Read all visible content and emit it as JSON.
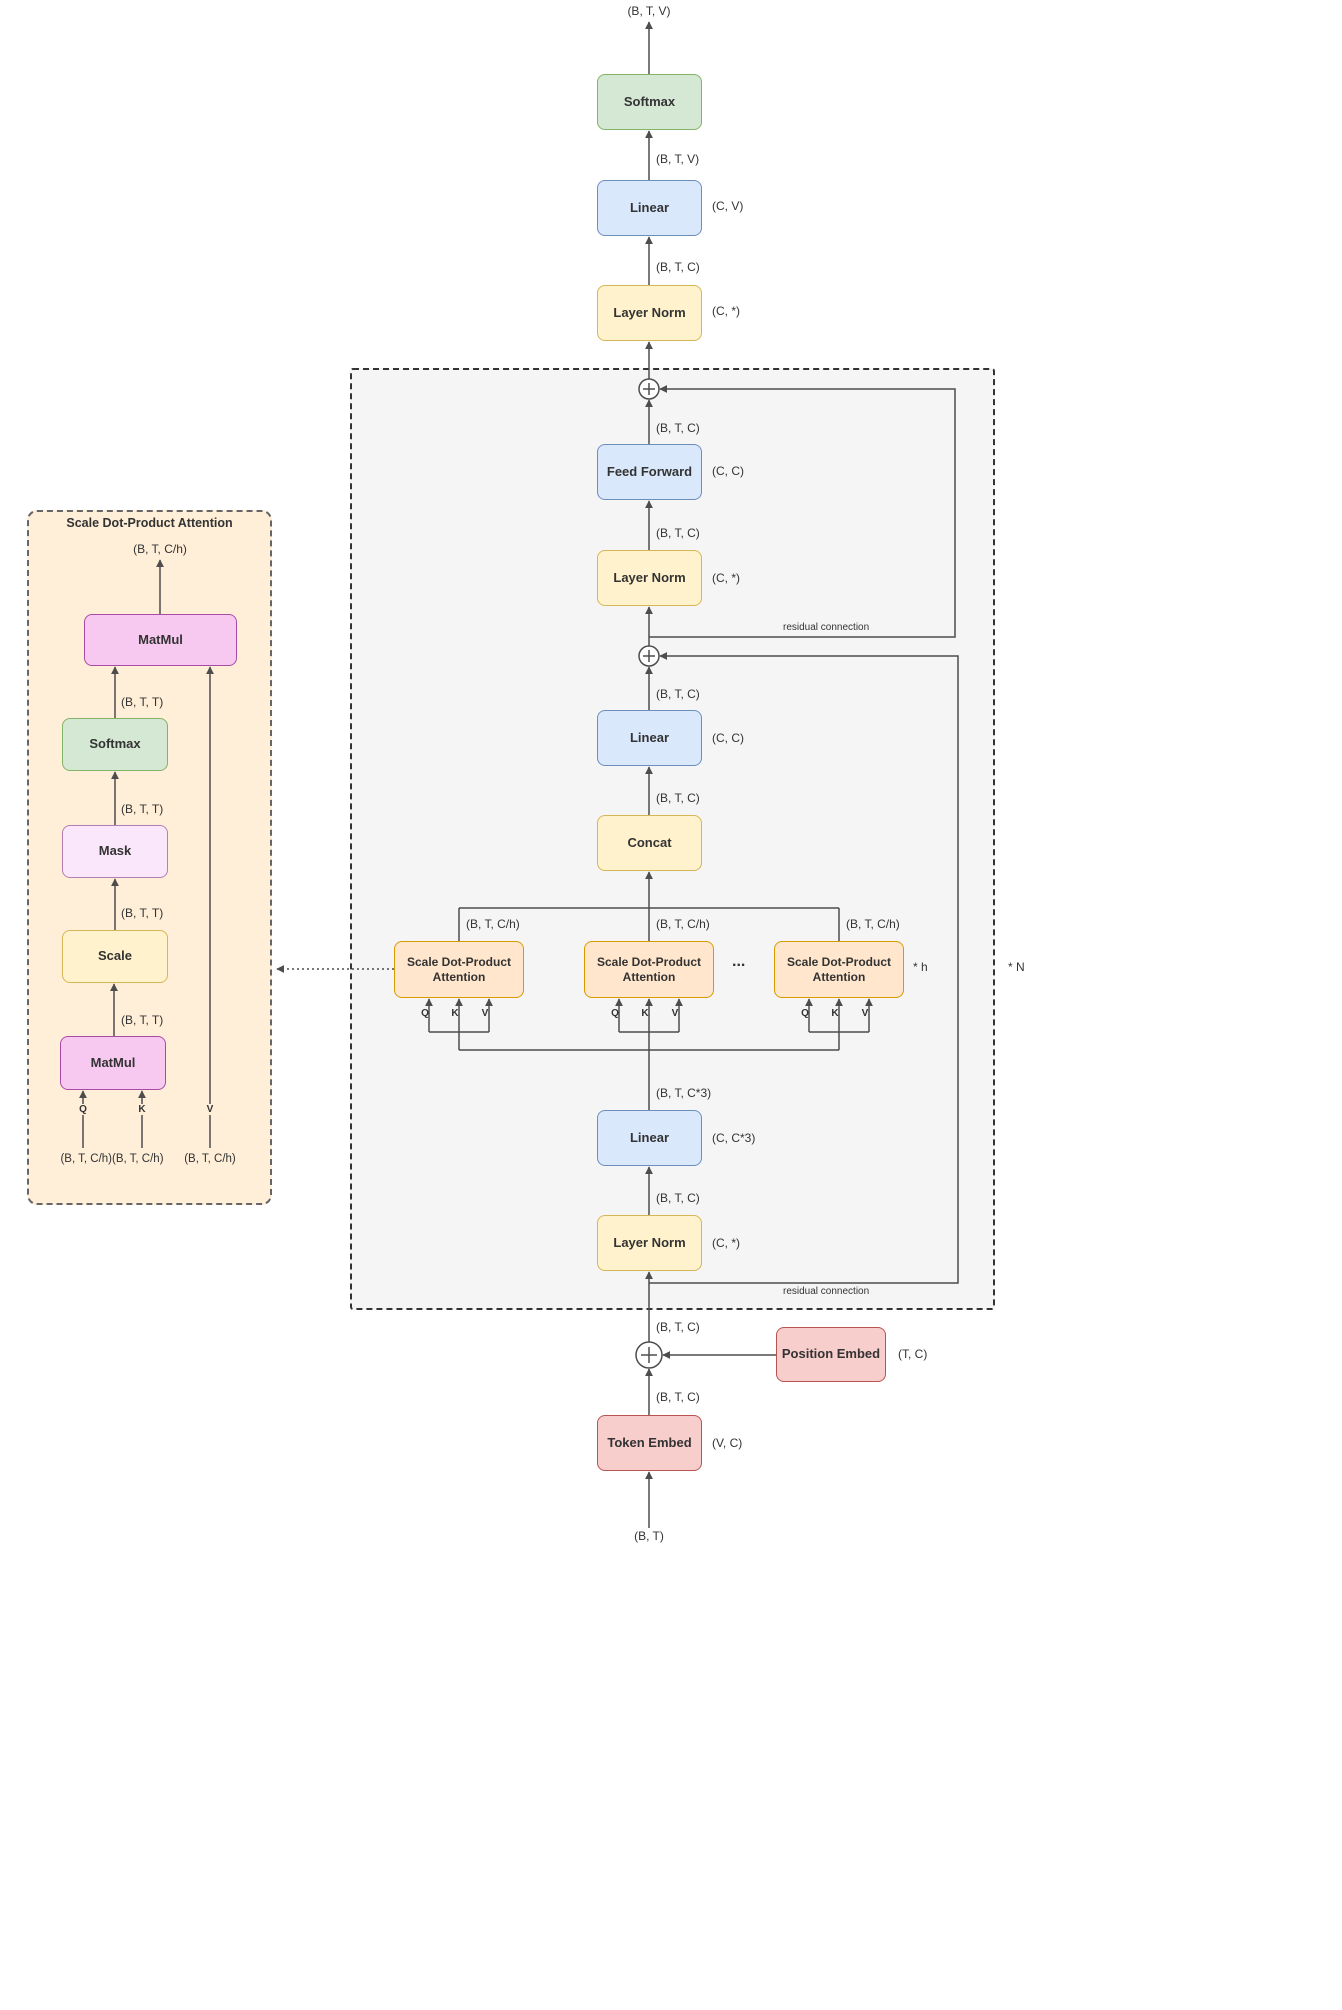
{
  "palette": {
    "softmax_green": "#d5e8d4",
    "linear_blue": "#dae8fc",
    "norm_yellow": "#fff2cc",
    "embed_red": "#f8cecc",
    "matmul_pink": "#f8c9f0",
    "mask_palepink": "#fbe7fb",
    "attention_orange": "#ffe6cc",
    "panel_bg": "#ffeed8",
    "block_bg": "#f5f5f5",
    "wire": "#4d4d4d"
  },
  "shapes": {
    "btv": "(B, T, V)",
    "btc": "(B, T, C)",
    "btt": "(B, T, T)",
    "btch": "(B, T, C/h)",
    "btc3": "(B, T, C*3)",
    "bt": "(B, T)",
    "cv": "(C, V)",
    "cc": "(C, C)",
    "cstar": "(C, *)",
    "cc3": "(C, C*3)",
    "tc": "(T, C)",
    "vc": "(V, C)",
    "qk_pair": "(B, T, C/h)(B, T, C/h)"
  },
  "blocks": {
    "softmax": "Softmax",
    "linear": "Linear",
    "layer_norm": "Layer Norm",
    "feed_forward": "Feed Forward",
    "concat": "Concat",
    "attention": "Scale Dot-Product Attention",
    "position_embed": "Position Embed",
    "token_embed": "Token Embed",
    "matmul": "MatMul",
    "mask": "Mask",
    "scale": "Scale"
  },
  "labels": {
    "residual": "residual connection",
    "dots": "...",
    "times_h": "* h",
    "times_n": "* N",
    "q": "Q",
    "k": "K",
    "v": "V"
  },
  "panel": {
    "title": "Scale Dot-Product Attention"
  }
}
